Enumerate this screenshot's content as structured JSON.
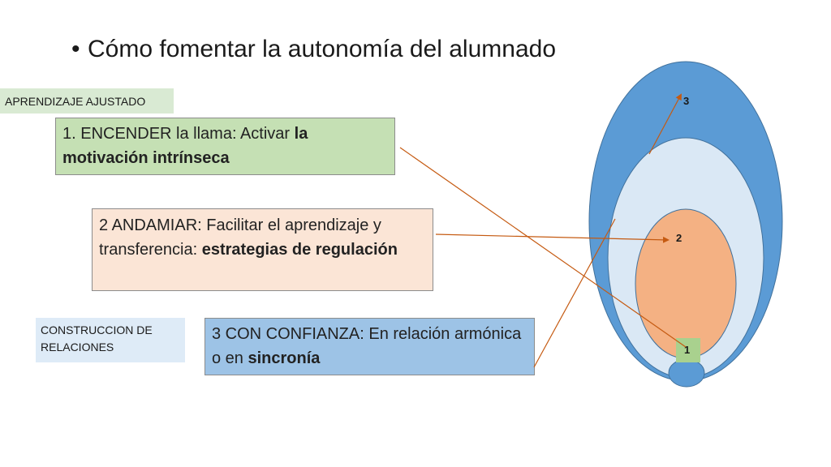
{
  "title": "Cómo fomentar la autonomía del alumnado",
  "tags": {
    "aprendizaje": "APRENDIZAJE AJUSTADO",
    "construccion": "CONSTRUCCION DE RELACIONES"
  },
  "boxes": {
    "encender": {
      "plain": "1. ENCENDER la llama: Activar ",
      "bold": "la motivación intrínseca"
    },
    "andamiar": {
      "plain": "2 ANDAMIAR: Facilitar el aprendizaje y transferencia: ",
      "bold": "estrategias de regulación"
    },
    "confianza": {
      "plain": "3 CON CONFIANZA: En relación armónica o en ",
      "bold": "sincronía"
    }
  },
  "ellipse_labels": {
    "one": "1",
    "two": "2",
    "three": "3"
  },
  "colors": {
    "outer_ellipse": "#5b9bd5",
    "middle_ellipse": "#dae8f5",
    "inner_ellipse": "#f4b183",
    "base_ellipse": "#5b9bd5",
    "label_one_bg": "#a9d18e",
    "arrow": "#c55a11"
  }
}
